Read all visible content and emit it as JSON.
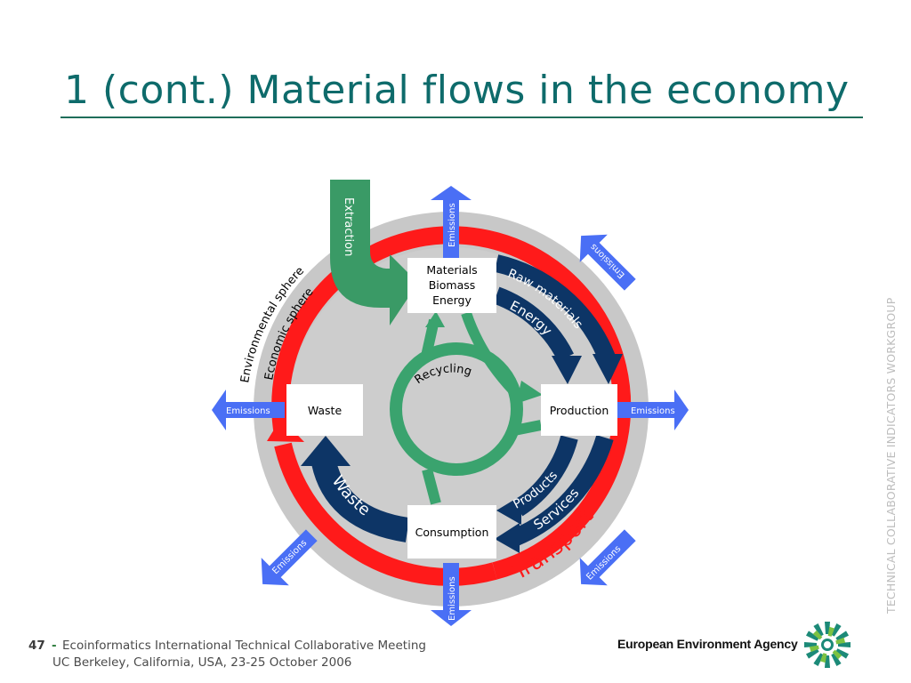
{
  "slide": {
    "title": "1 (cont.) Material flows in the economy",
    "side_text": "TECHNICAL COLLABORATIVE INDICATORS WORKGROUP"
  },
  "diagram": {
    "nodes": {
      "materials_line1": "Materials",
      "materials_line2": "Biomass",
      "materials_line3": "Energy",
      "production": "Production",
      "consumption": "Consumption",
      "waste": "Waste"
    },
    "flows": {
      "extraction": "Extraction",
      "raw_materials": "Raw materials",
      "energy": "Energy",
      "products": "Products",
      "services": "Services",
      "waste": "Waste",
      "recycling": "Recycling",
      "transport": "Transport"
    },
    "spheres": {
      "environmental": "Environmental sphere",
      "economic": "Economic sphere"
    },
    "emissions_label": "Emissions",
    "colors": {
      "ring_outer": "#c8c8c8",
      "transport_ring": "#ff1a1a",
      "extraction_green": "#3a9a66",
      "recycling_green": "#3aa36e",
      "navy_flow": "#0d3566",
      "emission_blue": "#4a6ff5",
      "title_teal": "#0e6b6b"
    }
  },
  "footer": {
    "slide_number": "47",
    "dash": "-",
    "line1": "Ecoinformatics International Technical Collaborative Meeting",
    "line2": "UC Berkeley, California, USA, 23-25 October 2006"
  },
  "logo": {
    "name": "European Environment Agency",
    "icon": "eea-sunburst-icon"
  }
}
